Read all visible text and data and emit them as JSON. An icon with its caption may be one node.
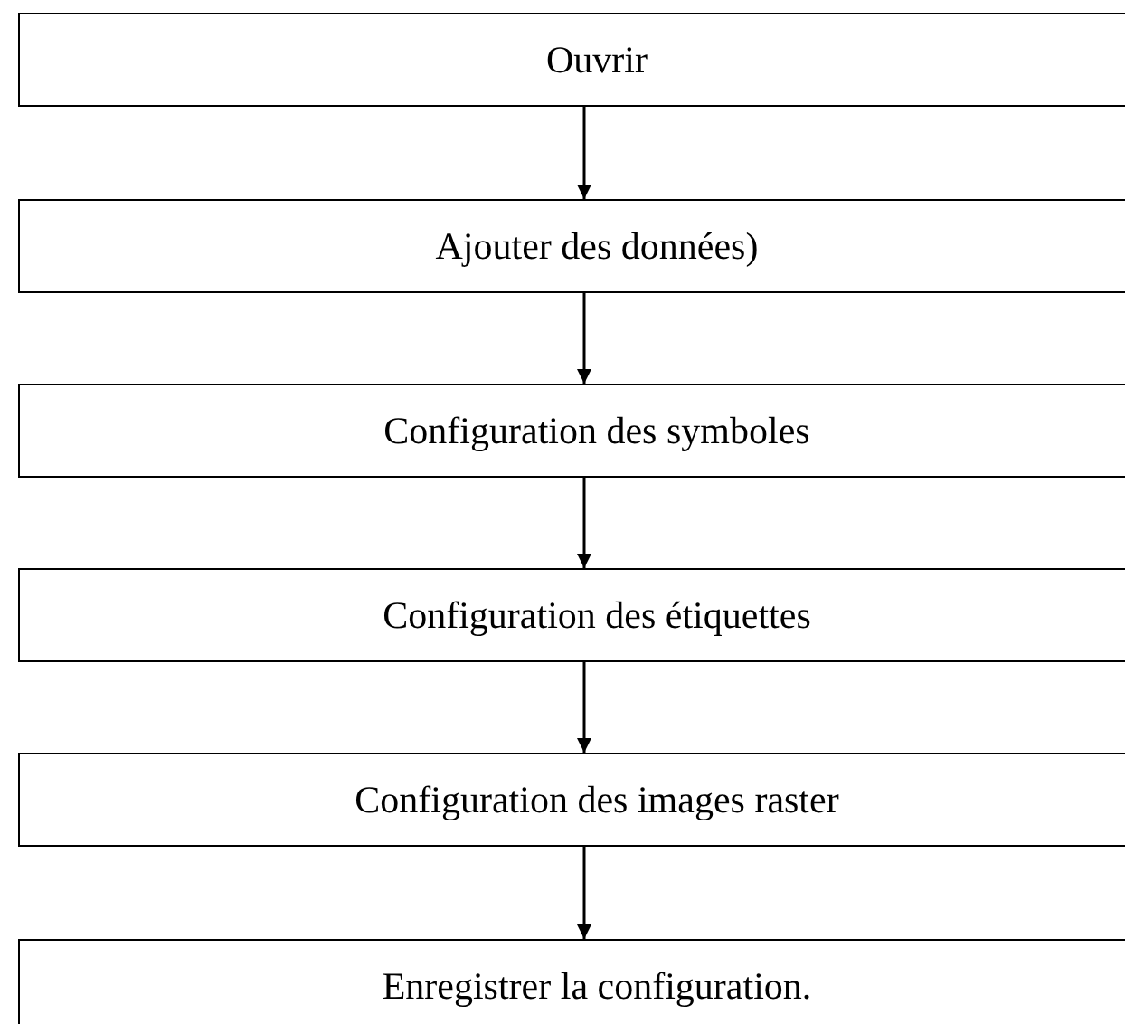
{
  "diagram": {
    "nodes": [
      {
        "text": [
          "Ouvrir"
        ]
      },
      {
        "text": [
          "Ajouter des données)"
        ]
      },
      {
        "text": [
          "Configuration des symboles"
        ]
      },
      {
        "text": [
          "Configuration des étiquettes"
        ]
      },
      {
        "text": [
          "Configuration des images raster"
        ]
      },
      {
        "text": [
          "Enregistrer la configuration."
        ]
      }
    ],
    "edges": [
      {
        "from": 0,
        "to": 1,
        "arrow": "to"
      },
      {
        "from": 1,
        "to": 2,
        "arrow": "to"
      },
      {
        "from": 2,
        "to": 3,
        "arrow": "to"
      },
      {
        "from": 3,
        "to": 4,
        "arrow": "to"
      },
      {
        "from": 4,
        "to": 5,
        "arrow": "to"
      }
    ]
  }
}
